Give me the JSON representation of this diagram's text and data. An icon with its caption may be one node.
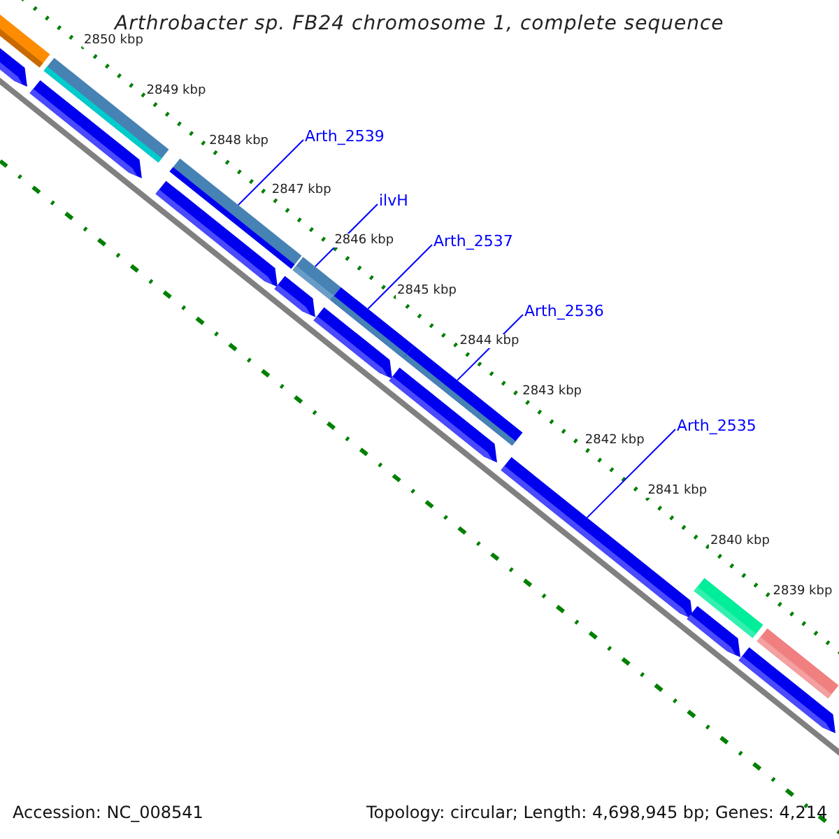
{
  "diagram": {
    "title": "Arthrobacter sp. FB24 chromosome 1, complete sequence",
    "nodes": [
      {
        "text": [],
        "shape": "bar"
      },
      {
        "text": [],
        "shape": "arrow"
      },
      {
        "text": [],
        "shape": "bar"
      },
      {
        "text": [],
        "shape": "arrow"
      },
      {
        "text": [
          "Arth_2539"
        ]
      },
      {
        "text": [],
        "shape": "bar"
      },
      {
        "text": [],
        "shape": "arrow"
      },
      {
        "text": [
          "ilvH"
        ]
      },
      {
        "text": [],
        "shape": "bar"
      },
      {
        "text": [],
        "shape": "arrow"
      },
      {
        "text": [
          "Arth_2537"
        ]
      },
      {
        "text": [],
        "shape": "bar"
      },
      {
        "text": [],
        "shape": "arrow"
      },
      {
        "text": [
          "Arth_2536"
        ]
      },
      {
        "text": [],
        "shape": "bar"
      },
      {
        "text": [],
        "shape": "arrow"
      },
      {
        "text": [
          "Arth_2535"
        ]
      },
      {
        "text": [],
        "shape": "arrow"
      },
      {
        "text": [],
        "shape": "bar"
      },
      {
        "text": [],
        "shape": "arrow"
      },
      {
        "text": [],
        "shape": "bar"
      },
      {
        "text": [],
        "shape": "arrow"
      }
    ],
    "edges": [
      {
        "from": 4,
        "to": 5,
        "arrow": "none"
      },
      {
        "from": 7,
        "to": 8,
        "arrow": "none"
      },
      {
        "from": 10,
        "to": 11,
        "arrow": "none"
      },
      {
        "from": 13,
        "to": 14,
        "arrow": "none"
      },
      {
        "from": 16,
        "to": 17,
        "arrow": "none"
      }
    ],
    "labels": [
      "2850 kbp",
      "2849 kbp",
      "2848 kbp",
      "2847 kbp",
      "2846 kbp",
      "2845 kbp",
      "2844 kbp",
      "2843 kbp",
      "2842 kbp",
      "2841 kbp",
      "2840 kbp",
      "2839 kbp",
      "Accession: NC_008541",
      "Topology: circular; Length: 4,698,945 bp; Genes: 4,214"
    ]
  }
}
